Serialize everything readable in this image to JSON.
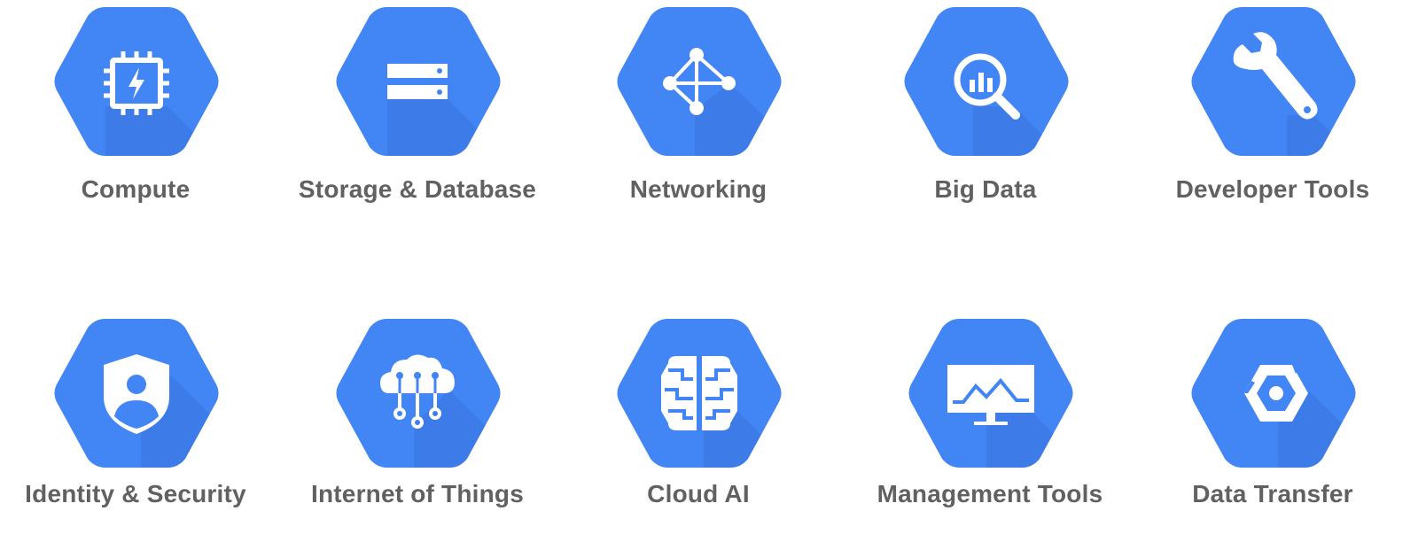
{
  "colors": {
    "hex_blue": "#4285f4",
    "hex_shadow": "#3367d6",
    "icon_white": "#ffffff",
    "label_gray": "#616161"
  },
  "products": [
    {
      "label": "Compute",
      "icon": "compute-chip-icon"
    },
    {
      "label": "Storage & Database",
      "icon": "storage-database-icon"
    },
    {
      "label": "Networking",
      "icon": "networking-icon"
    },
    {
      "label": "Big Data",
      "icon": "big-data-icon"
    },
    {
      "label": "Developer Tools",
      "icon": "wrench-icon"
    },
    {
      "label": "Identity & Security",
      "icon": "shield-person-icon"
    },
    {
      "label": "Internet of Things",
      "icon": "cloud-iot-icon"
    },
    {
      "label": "Cloud AI",
      "icon": "brain-icon"
    },
    {
      "label": "Management Tools",
      "icon": "monitor-chart-icon"
    },
    {
      "label": "Data Transfer",
      "icon": "transfer-hex-icon"
    }
  ]
}
